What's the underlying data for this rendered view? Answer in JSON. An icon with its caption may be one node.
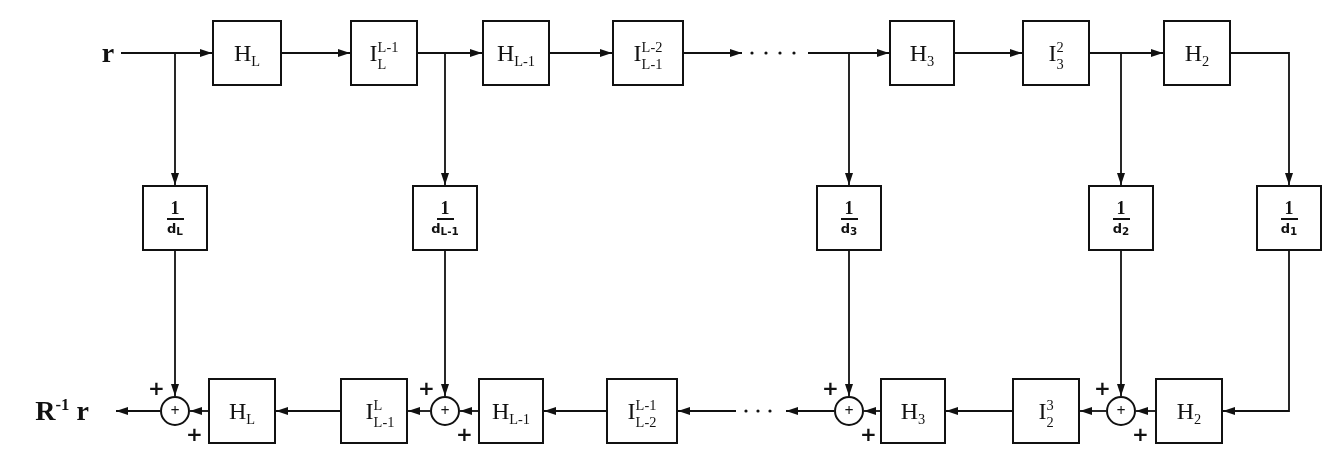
{
  "diagram": {
    "nodes": [
      {
        "text": [
          "r"
        ]
      },
      {
        "text": [
          "H$_{L}$"
        ]
      },
      {
        "text": [
          "I$_{L}$$^{L-1}$"
        ]
      },
      {
        "text": [
          "H$_{L-1}$"
        ]
      },
      {
        "text": [
          "I$_{L-1}$$^{L-2}$"
        ]
      },
      {
        "text": [
          "H$_{3}$"
        ]
      },
      {
        "text": [
          "I$_{3}$$^{2}$"
        ]
      },
      {
        "text": [
          "H$_{2}$"
        ]
      },
      {
        "text": [
          "1",
          "d$_{L}$"
        ]
      },
      {
        "text": [
          "1",
          "d$_{L-1}$"
        ]
      },
      {
        "text": [
          "1",
          "d$_{3}$"
        ]
      },
      {
        "text": [
          "1",
          "d$_{2}$"
        ]
      },
      {
        "text": [
          "1",
          "d$_{1}$"
        ]
      },
      {
        "text": [
          "R$^{-1}$ r"
        ]
      },
      {
        "text": [
          "+"
        ],
        "beside": [
          "+",
          "+"
        ]
      },
      {
        "text": [
          "H$_{L}$"
        ]
      },
      {
        "text": [
          "I$_{L-1}$$^{L}$"
        ]
      },
      {
        "text": [
          "+"
        ],
        "beside": [
          "+",
          "+"
        ]
      },
      {
        "text": [
          "H$_{L-1}$"
        ]
      },
      {
        "text": [
          "I$_{L-2}$$^{L-1}$"
        ]
      },
      {
        "text": [
          "+"
        ],
        "beside": [
          "+",
          "+"
        ]
      },
      {
        "text": [
          "H$_{3}$"
        ]
      },
      {
        "text": [
          "I$_{2}$$^{3}$"
        ]
      },
      {
        "text": [
          "+"
        ],
        "beside": [
          "+",
          "+"
        ]
      },
      {
        "text": [
          "H$_{2}$"
        ]
      }
    ],
    "edges": [
      {
        "from": 0,
        "to": 1,
        "arrow": "to"
      },
      {
        "from": 1,
        "to": 2,
        "arrow": "to"
      },
      {
        "from": 2,
        "to": 3,
        "arrow": "to"
      },
      {
        "from": 3,
        "to": 4,
        "arrow": "to"
      },
      {
        "from": 4,
        "to": null,
        "arrow": "to"
      },
      {
        "from": null,
        "to": 5,
        "arrow": "to"
      },
      {
        "from": 5,
        "to": 6,
        "arrow": "to"
      },
      {
        "from": 6,
        "to": 7,
        "arrow": "to"
      },
      {
        "from": 0,
        "to": 8,
        "arrow": "to"
      },
      {
        "from": 2,
        "to": 9,
        "arrow": "to"
      },
      {
        "from": null,
        "to": 10,
        "arrow": "to"
      },
      {
        "from": 6,
        "to": 11,
        "arrow": "to"
      },
      {
        "from": 7,
        "to": 12,
        "arrow": "to"
      },
      {
        "from": 8,
        "to": 14,
        "arrow": "to"
      },
      {
        "from": 9,
        "to": 17,
        "arrow": "to"
      },
      {
        "from": 10,
        "to": 20,
        "arrow": "to"
      },
      {
        "from": 11,
        "to": 23,
        "arrow": "to"
      },
      {
        "from": 12,
        "to": 24,
        "arrow": "to"
      },
      {
        "from": 14,
        "to": 13,
        "arrow": "to"
      },
      {
        "from": 15,
        "to": 14,
        "arrow": "to"
      },
      {
        "from": 16,
        "to": 15,
        "arrow": "to"
      },
      {
        "from": 17,
        "to": 16,
        "arrow": "to"
      },
      {
        "from": 18,
        "to": 17,
        "arrow": "to"
      },
      {
        "from": 19,
        "to": 18,
        "arrow": "to"
      },
      {
        "from": 20,
        "to": null,
        "arrow": "to"
      },
      {
        "from": null,
        "to": 19,
        "arrow": "to"
      },
      {
        "from": 21,
        "to": 20,
        "arrow": "to"
      },
      {
        "from": 22,
        "to": 21,
        "arrow": "to"
      },
      {
        "from": 23,
        "to": 22,
        "arrow": "to"
      },
      {
        "from": 24,
        "to": 23,
        "arrow": "to"
      }
    ]
  }
}
